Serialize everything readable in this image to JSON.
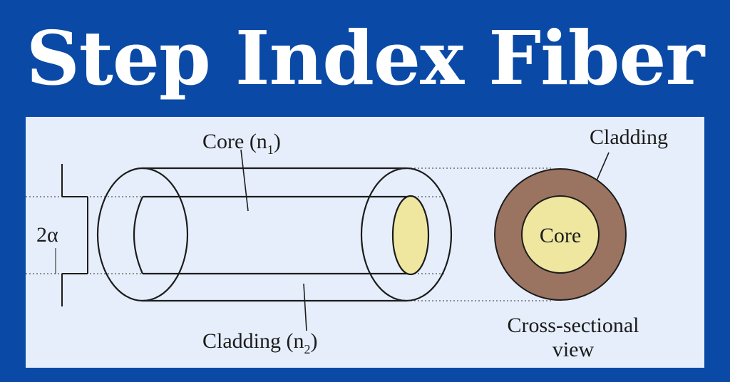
{
  "title": "Step Index Fiber",
  "labels": {
    "core_long": "Core (n",
    "core_long_sub": "1",
    "core_long_close": ")",
    "cladding_long": "Cladding (n",
    "cladding_long_sub": "2",
    "cladding_long_close": ")",
    "diameter": "2α",
    "cladding_cross": "Cladding",
    "core_cross": "Core",
    "cross_section_line1": "Cross-sectional",
    "cross_section_line2": "view"
  },
  "colors": {
    "background": "#0a4aa6",
    "panel": "#e6eefb",
    "core_fill": "#efe7a0",
    "cladding_fill": "#9a7460",
    "stroke": "#1c1c1c"
  }
}
